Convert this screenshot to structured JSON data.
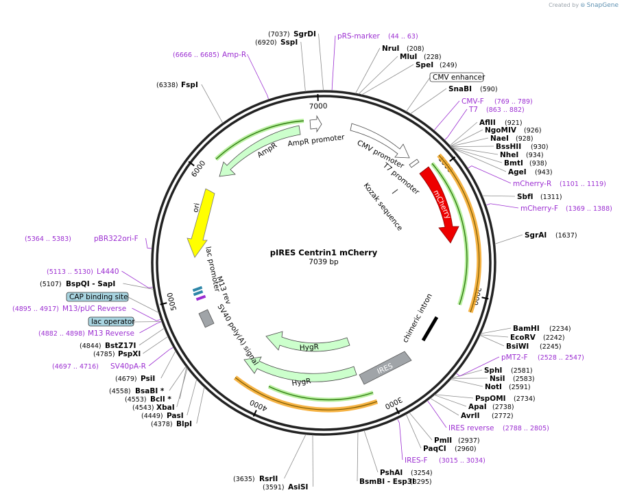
{
  "credit": {
    "created_by": "Created by",
    "brand": "SnapGene"
  },
  "plasmid": {
    "name": "pIRES Centrin1 mCherry",
    "size_label": "7039 bp",
    "length": 7039
  },
  "ticks": [
    {
      "pos": 1000,
      "label": "1000"
    },
    {
      "pos": 2000,
      "label": "2000"
    },
    {
      "pos": 3000,
      "label": "3000"
    },
    {
      "pos": 4000,
      "label": "4000"
    },
    {
      "pos": 5000,
      "label": "5000"
    },
    {
      "pos": 6000,
      "label": "6000"
    },
    {
      "pos": 7000,
      "label": "7000"
    }
  ],
  "enzymes": [
    {
      "name": "NruI",
      "pos": "(208)",
      "site": 208
    },
    {
      "name": "MluI",
      "pos": "(228)",
      "site": 228
    },
    {
      "name": "SpeI",
      "pos": "(249)",
      "site": 249
    },
    {
      "name": "SnaBI",
      "pos": "(590)",
      "site": 590
    },
    {
      "name": "AflII",
      "pos": "(921)",
      "site": 921
    },
    {
      "name": "NgoMIV",
      "pos": "(926)",
      "site": 926
    },
    {
      "name": "NaeI",
      "pos": "(928)",
      "site": 928
    },
    {
      "name": "BssHII",
      "pos": "(930)",
      "site": 930
    },
    {
      "name": "NheI",
      "pos": "(934)",
      "site": 934
    },
    {
      "name": "BmtI",
      "pos": "(938)",
      "site": 938
    },
    {
      "name": "AgeI",
      "pos": "(943)",
      "site": 943
    },
    {
      "name": "SbfI",
      "pos": "(1311)",
      "site": 1311
    },
    {
      "name": "SgrAI",
      "pos": "(1637)",
      "site": 1637
    },
    {
      "name": "BamHI",
      "pos": "(2234)",
      "site": 2234
    },
    {
      "name": "EcoRV",
      "pos": "(2242)",
      "site": 2242
    },
    {
      "name": "BsiWI",
      "pos": "(2245)",
      "site": 2245
    },
    {
      "name": "SphI",
      "pos": "(2581)",
      "site": 2581
    },
    {
      "name": "NsiI",
      "pos": "(2583)",
      "site": 2583
    },
    {
      "name": "NotI",
      "pos": "(2591)",
      "site": 2591
    },
    {
      "name": "PspOMI",
      "pos": "(2734)",
      "site": 2734
    },
    {
      "name": "ApaI",
      "pos": "(2738)",
      "site": 2738
    },
    {
      "name": "AvrII",
      "pos": "(2772)",
      "site": 2772
    },
    {
      "name": "PmlI",
      "pos": "(2937)",
      "site": 2937
    },
    {
      "name": "PaqCI",
      "pos": "(2960)",
      "site": 2960
    },
    {
      "name": "PshAI",
      "pos": "(3254)",
      "site": 3254
    },
    {
      "name": "BsmBI - Esp3I",
      "pos": "(3295)",
      "site": 3295
    },
    {
      "name": "RsrII",
      "pos": "(3635)",
      "site": 3635
    },
    {
      "name": "AsiSI",
      "pos": "(3591)",
      "site": 3591
    },
    {
      "name": "BlpI",
      "pos": "(4378)",
      "site": 4378
    },
    {
      "name": "PasI",
      "pos": "(4449)",
      "site": 4449
    },
    {
      "name": "XbaI",
      "pos": "(4543)",
      "site": 4543
    },
    {
      "name": "BclI *",
      "pos": "(4553)",
      "site": 4553
    },
    {
      "name": "BsaBI *",
      "pos": "(4558)",
      "site": 4558
    },
    {
      "name": "PsiI",
      "pos": "(4679)",
      "site": 4679
    },
    {
      "name": "PspXI",
      "pos": "(4785)",
      "site": 4785
    },
    {
      "name": "BstZ17I",
      "pos": "(4844)",
      "site": 4844
    },
    {
      "name": "BspQI - SapI",
      "pos": "(5107)",
      "site": 5107
    },
    {
      "name": "FspI",
      "pos": "(6338)",
      "site": 6338
    },
    {
      "name": "SspI",
      "pos": "(6920)",
      "site": 6920
    },
    {
      "name": "SgrDI",
      "pos": "(7037)",
      "site": 7037
    }
  ],
  "primers": [
    {
      "name": "pRS-marker",
      "range": "(44 .. 63)",
      "site": 54
    },
    {
      "name": "CMV-F",
      "range": "(769 .. 789)",
      "site": 779
    },
    {
      "name": "T7",
      "range": "(863 .. 882)",
      "site": 872
    },
    {
      "name": "mCherry-R",
      "range": "(1101 .. 1119)",
      "site": 1110
    },
    {
      "name": "mCherry-F",
      "range": "(1369 .. 1388)",
      "site": 1378
    },
    {
      "name": "pMT2-F",
      "range": "(2528 .. 2547)",
      "site": 2537
    },
    {
      "name": "IRES reverse",
      "range": "(2788 .. 2805)",
      "site": 2796
    },
    {
      "name": "IRES-F",
      "range": "(3015 .. 3034)",
      "site": 3024
    },
    {
      "name": "SV40pA-R",
      "range": "(4697 .. 4716)",
      "site": 4706
    },
    {
      "name": "M13 Reverse",
      "range": "(4882 .. 4898)",
      "site": 4890
    },
    {
      "name": "M13/pUC Reverse",
      "range": "(4895 .. 4917)",
      "site": 4906
    },
    {
      "name": "L4440",
      "range": "(5113 .. 5130)",
      "site": 5121
    },
    {
      "name": "pBR322ori-F",
      "range": "(5364 .. 5383)",
      "site": 5373
    },
    {
      "name": "Amp-R",
      "range": "(6666 .. 6685)",
      "site": 6675
    }
  ],
  "boxed_features": [
    {
      "name": "CMV enhancer"
    },
    {
      "name": "CAP binding site"
    },
    {
      "name": "lac operator"
    }
  ],
  "features": {
    "mcherry": "mCherry",
    "cmv_promoter": "CMV promoter",
    "t7_promoter": "T7 promoter",
    "kozak": "Kozak sequence",
    "chimeric_intron": "chimeric intron",
    "ires": "IRES",
    "hygr_inner": "HygR",
    "hygr_outer": "HygR",
    "sv40": "SV40 poly(A) signal",
    "m13rev": "M13 rev",
    "lac_promoter": "lac promoter",
    "ori": "ori",
    "ampr": "AmpR",
    "ampr_promoter": "AmpR promoter"
  },
  "colors": {
    "backbone": "#222222",
    "primer": "#9b2dd1",
    "mcherry": "#ee0000",
    "ori": "#ffff00",
    "cds": "#ccffcc",
    "ires": "#a0a4a8",
    "orange": "#f5a623",
    "green": "#3a8a1a",
    "boxed_fill": "#a8d4e0"
  }
}
